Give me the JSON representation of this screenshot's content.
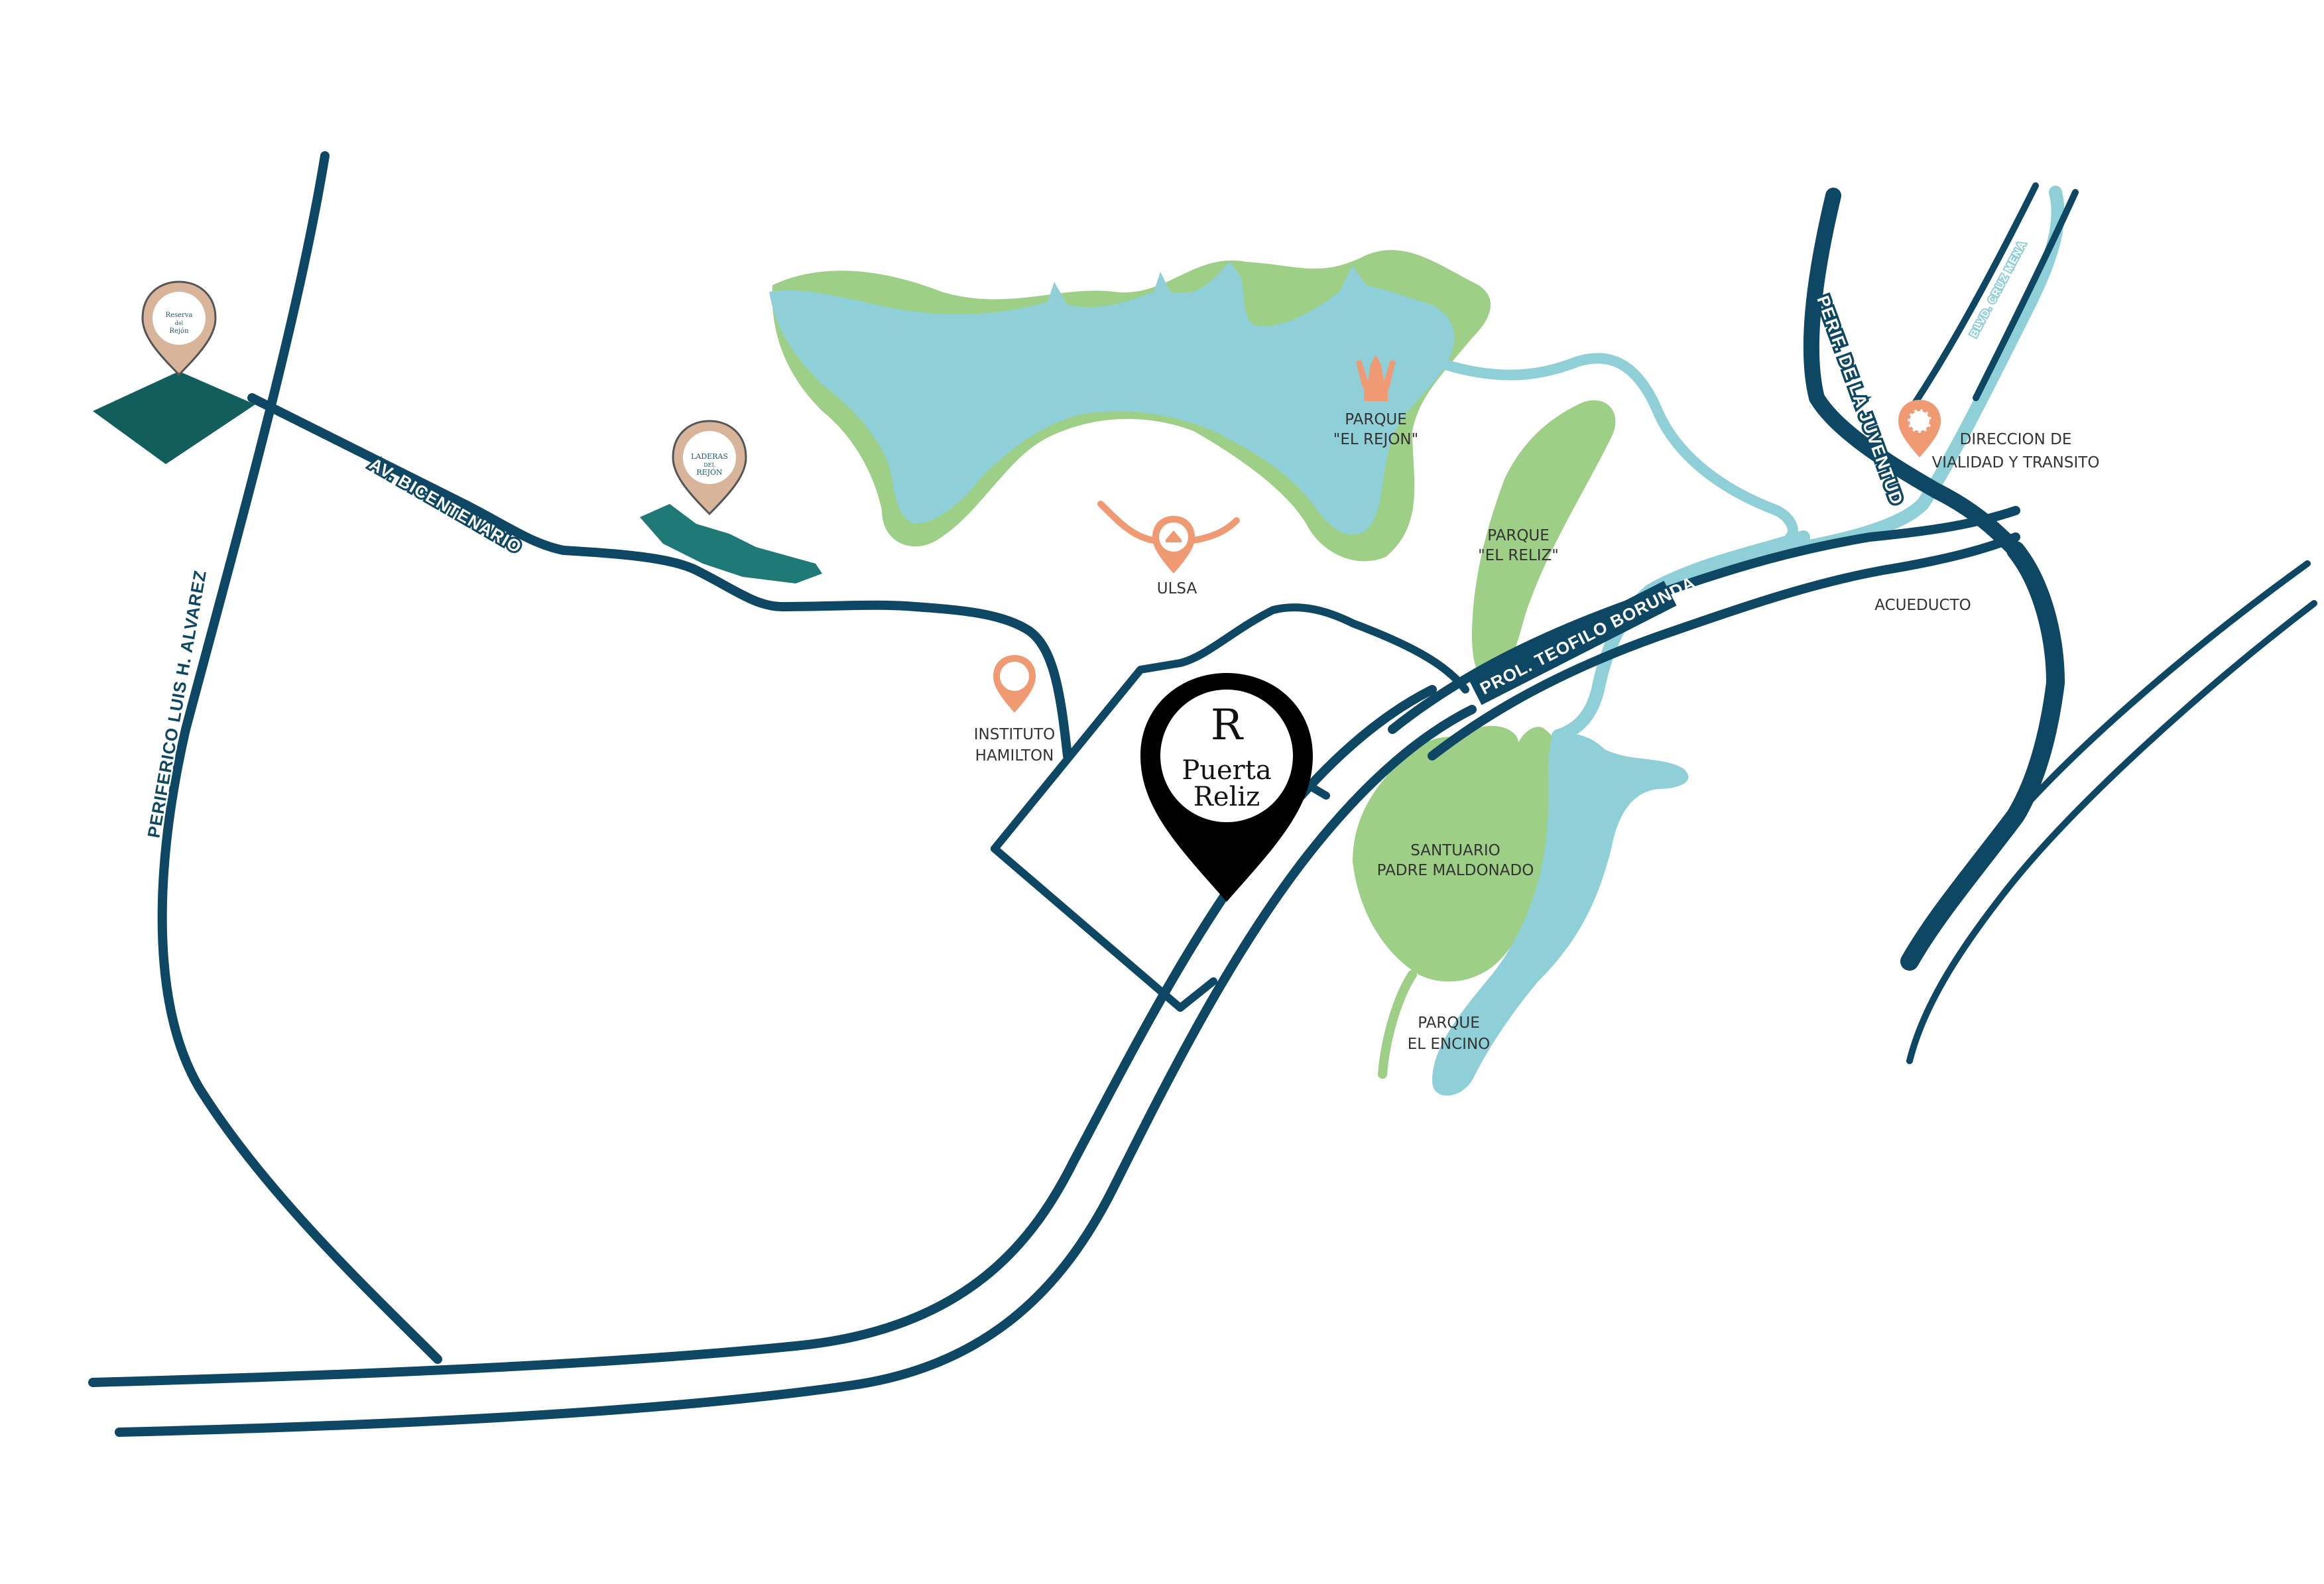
{
  "colors": {
    "road": "#0d4763",
    "park": "#9dcf86",
    "water": "#8fd0d8",
    "dev_dark": "#125e5c",
    "dev_teal": "#1f7a77",
    "poi": "#f09a73",
    "pin_tan": "#d8b59a",
    "main_pin": "#000000"
  },
  "roads": {
    "periferico": "PERIFERICO LUIS H. ALVAREZ",
    "bicentenario": "AV. BICENTENARIO",
    "teofilo": "PROL. TEOFILO BORUNDA",
    "juventud": "PERIF. DE LA JUVENTUD",
    "cruz_mena": "BLVD. CRUZ MENA"
  },
  "places": {
    "parque_rejon": [
      "PARQUE",
      "\"EL REJON\""
    ],
    "parque_reliz": [
      "PARQUE",
      "\"EL RELIZ\""
    ],
    "ulsa": "ULSA",
    "instituto": [
      "INSTITUTO",
      "HAMILTON"
    ],
    "santuario": [
      "SANTUARIO",
      "PADRE MALDONADO"
    ],
    "parque_encino": [
      "PARQUE",
      "EL ENCINO"
    ],
    "direccion": [
      "DIRECCION DE",
      "VIALIDAD Y TRANSITO"
    ],
    "acueducto": "ACUEDUCTO"
  },
  "developments": {
    "reserva": [
      "Reserva",
      "del",
      "Rejón"
    ],
    "laderas": [
      "LADERAS",
      "DEL",
      "REJÓN"
    ]
  },
  "main_pin": {
    "logo": "R",
    "line1": "Puerta",
    "line2": "Reliz"
  },
  "icons": {
    "poi_pin": "location-pin-icon",
    "park_statue": "statue-icon",
    "school": "school-icon",
    "university": "university-icon",
    "transit": "gear-badge-icon"
  }
}
